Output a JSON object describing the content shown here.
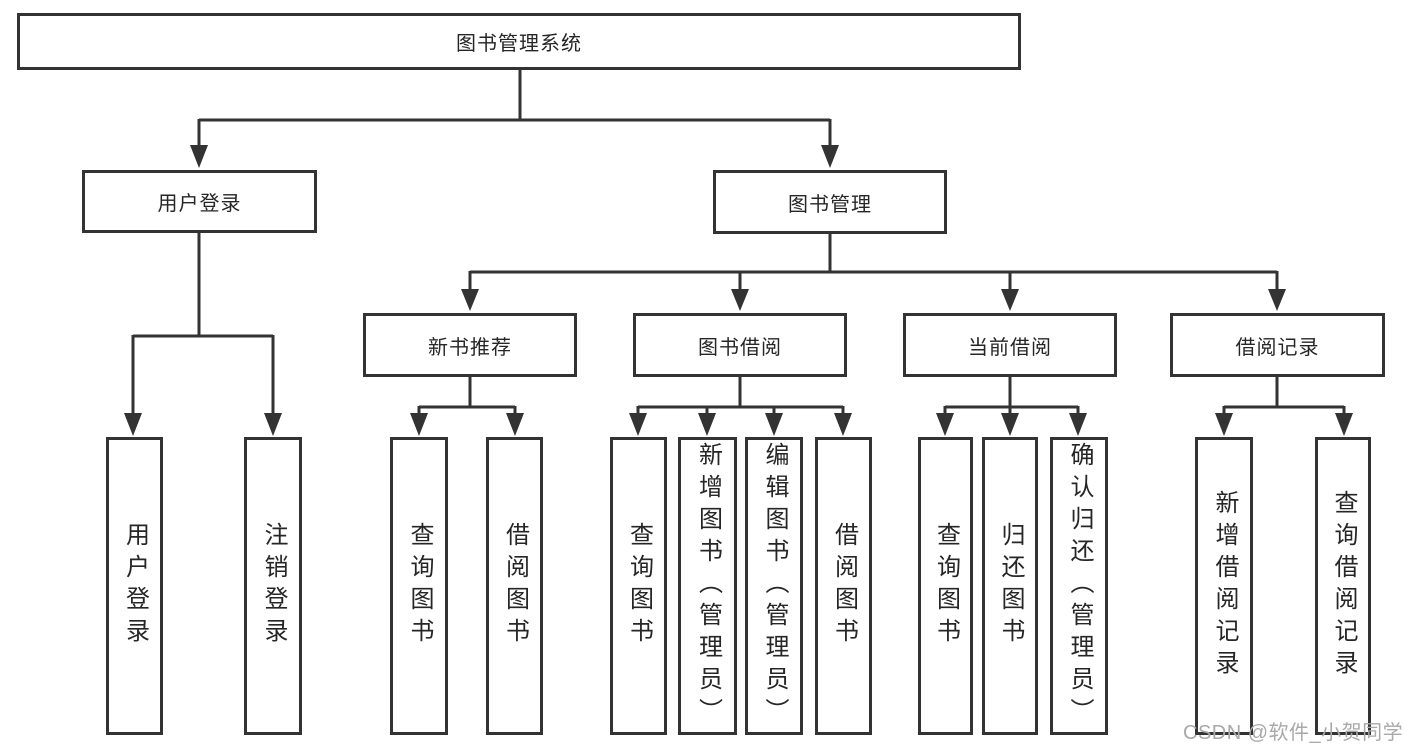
{
  "diagram": {
    "title": "图书管理系统",
    "level2": {
      "user": "用户登录",
      "mgmt": "图书管理"
    },
    "level3": {
      "recommend": "新书推荐",
      "borrow": "图书借阅",
      "current": "当前借阅",
      "record": "借阅记录"
    },
    "leaves": {
      "user": [
        "用户登录",
        "注销登录"
      ],
      "recommend": [
        "查询图书",
        "借阅图书"
      ],
      "borrow": [
        "查询图书",
        "新增图书（管理员）",
        "编辑图书（管理员）",
        "借阅图书"
      ],
      "current": [
        "查询图书",
        "归还图书",
        "确认归还（管理员）"
      ],
      "record": [
        "新增借阅记录",
        "查询借阅记录"
      ]
    },
    "watermark": "CSDN @软件_小贺同学",
    "colors": {
      "line": "#333333",
      "text": "#262626",
      "box_fill": "#ffffff",
      "watermark": "#a9a9a9",
      "background": "#ffffff"
    }
  }
}
